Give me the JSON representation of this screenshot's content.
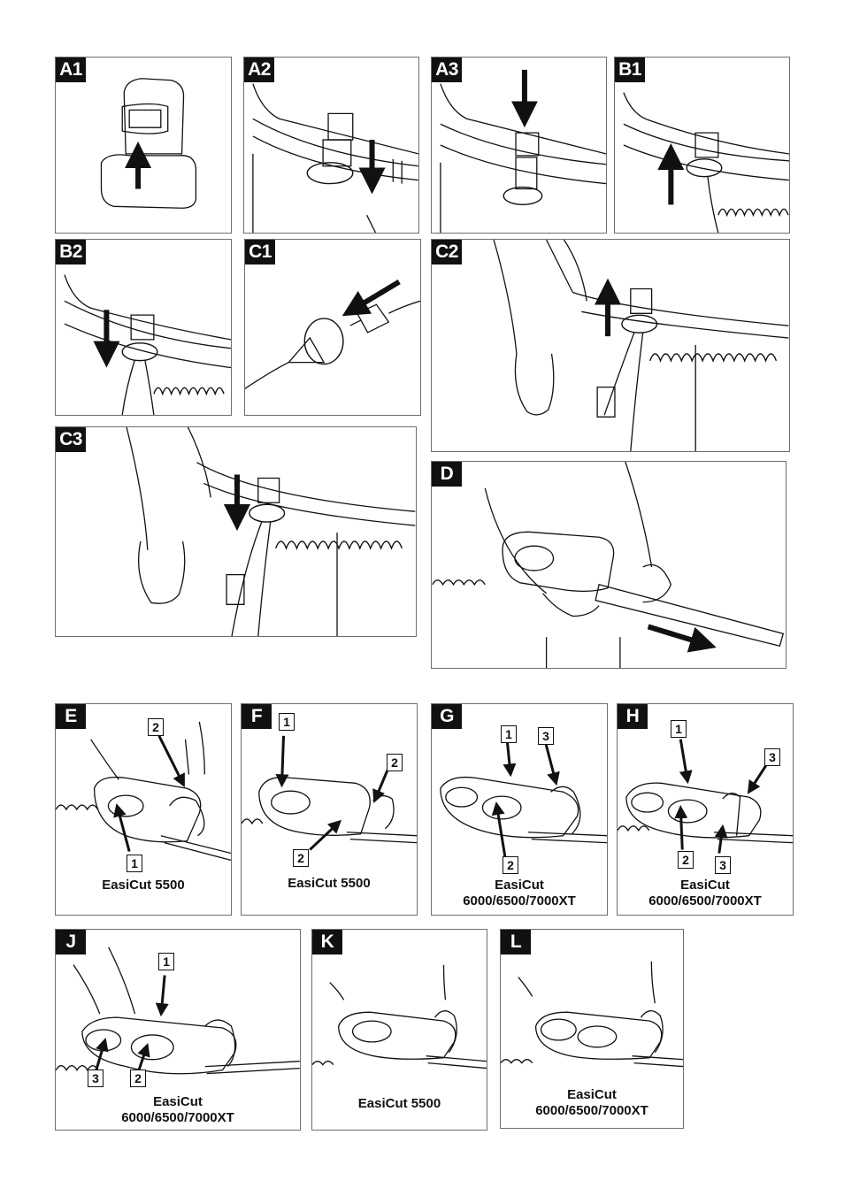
{
  "panels": {
    "a1": {
      "tag": "A1"
    },
    "a2": {
      "tag": "A2"
    },
    "a3": {
      "tag": "A3"
    },
    "b1": {
      "tag": "B1"
    },
    "b2": {
      "tag": "B2"
    },
    "c1": {
      "tag": "C1"
    },
    "c2": {
      "tag": "C2"
    },
    "c3": {
      "tag": "C3"
    },
    "d": {
      "tag": "D"
    },
    "e": {
      "tag": "E",
      "caption": "EasiCut 5500",
      "callouts": [
        "2",
        "1"
      ]
    },
    "f": {
      "tag": "F",
      "caption": "EasiCut 5500",
      "callouts": [
        "1",
        "2",
        "2"
      ]
    },
    "g": {
      "tag": "G",
      "caption_line1": "EasiCut",
      "caption_line2": "6000/6500/7000XT",
      "callouts": [
        "1",
        "3",
        "2"
      ]
    },
    "h": {
      "tag": "H",
      "caption_line1": "EasiCut",
      "caption_line2": "6000/6500/7000XT",
      "callouts": [
        "1",
        "3",
        "2",
        "3"
      ]
    },
    "j": {
      "tag": "J",
      "caption_line1": "EasiCut",
      "caption_line2": "6000/6500/7000XT",
      "callouts": [
        "1",
        "3",
        "2"
      ]
    },
    "k": {
      "tag": "K",
      "caption": "EasiCut 5500"
    },
    "l": {
      "tag": "L",
      "caption_line1": "EasiCut",
      "caption_line2": "6000/6500/7000XT"
    }
  },
  "colors": {
    "ink": "#111111",
    "frame": "#6e6e6e",
    "tag_bg": "#111111",
    "tag_text": "#ffffff"
  }
}
